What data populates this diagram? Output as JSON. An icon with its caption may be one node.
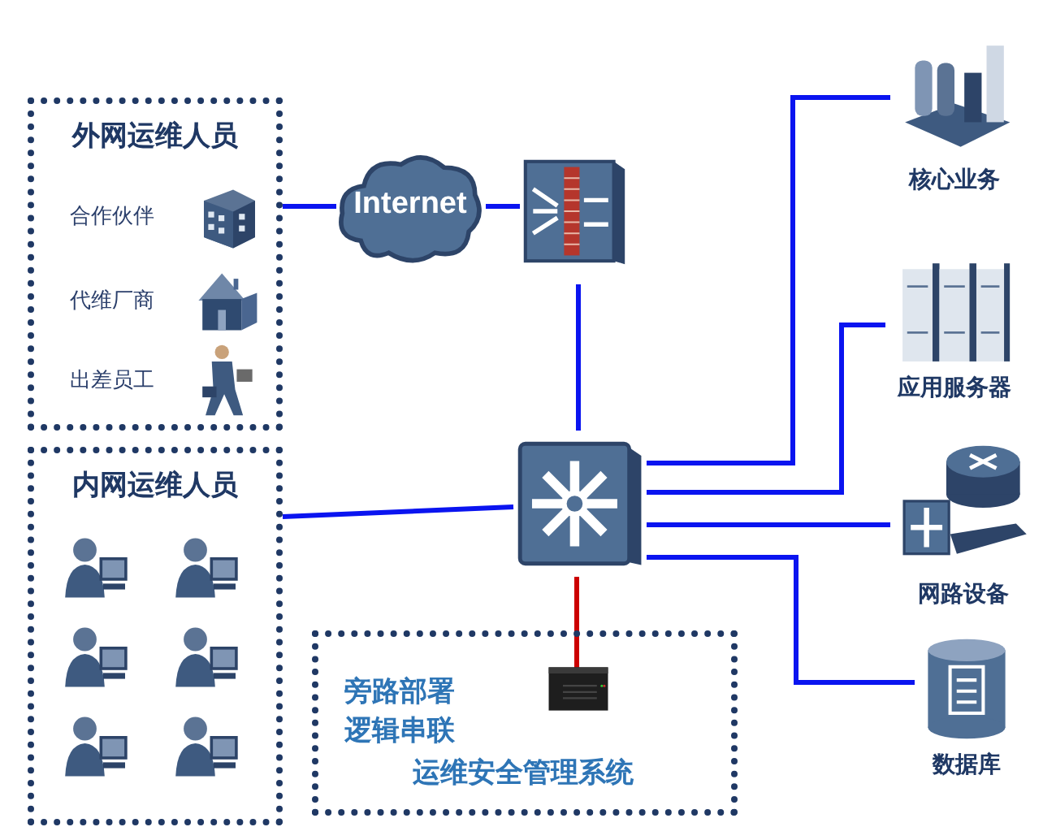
{
  "diagram": {
    "nodes": [
      {
        "text": [
          "外网运维人员"
        ]
      },
      {
        "text": [
          "合作伙伴"
        ],
        "in": 0
      },
      {
        "text": [
          "代维厂商"
        ],
        "in": 0
      },
      {
        "text": [
          "出差员工"
        ],
        "in": 0
      },
      {
        "text": [
          "Internet"
        ]
      },
      {
        "text": [],
        "shape": "picture"
      },
      {
        "text": [
          "内网运维人员"
        ]
      },
      {
        "text": [],
        "shape": "picture",
        "in": 6
      },
      {
        "text": [],
        "shape": "picture",
        "in": 6
      },
      {
        "text": [],
        "shape": "picture",
        "in": 6
      },
      {
        "text": [],
        "shape": "picture",
        "in": 6
      },
      {
        "text": [],
        "shape": "picture",
        "in": 6
      },
      {
        "text": [],
        "shape": "picture",
        "in": 6
      },
      {
        "text": [],
        "shape": "picture"
      },
      {
        "text": [
          "旁路部署逻辑串联",
          "运维安全管理系统"
        ]
      },
      {
        "text": [],
        "shape": "picture",
        "in": 14
      },
      {
        "text": [
          "核心业务"
        ]
      },
      {
        "text": [
          "应用服务器"
        ]
      },
      {
        "text": [
          "网路设备"
        ]
      },
      {
        "text": [
          "数据库"
        ]
      }
    ],
    "edges": [
      {
        "from": 0,
        "to": 4,
        "arrow": "none"
      },
      {
        "from": 4,
        "to": 5,
        "arrow": "none"
      },
      {
        "from": 5,
        "to": 13,
        "arrow": "none"
      },
      {
        "from": 6,
        "to": 13,
        "arrow": "none"
      },
      {
        "from": 13,
        "to": 15,
        "arrow": "none",
        "color": "#cc0000"
      },
      {
        "from": 13,
        "to": 16,
        "arrow": "none"
      },
      {
        "from": 13,
        "to": 17,
        "arrow": "none"
      },
      {
        "from": 13,
        "to": 18,
        "arrow": "none"
      },
      {
        "from": 13,
        "to": 19,
        "arrow": "none"
      }
    ]
  }
}
